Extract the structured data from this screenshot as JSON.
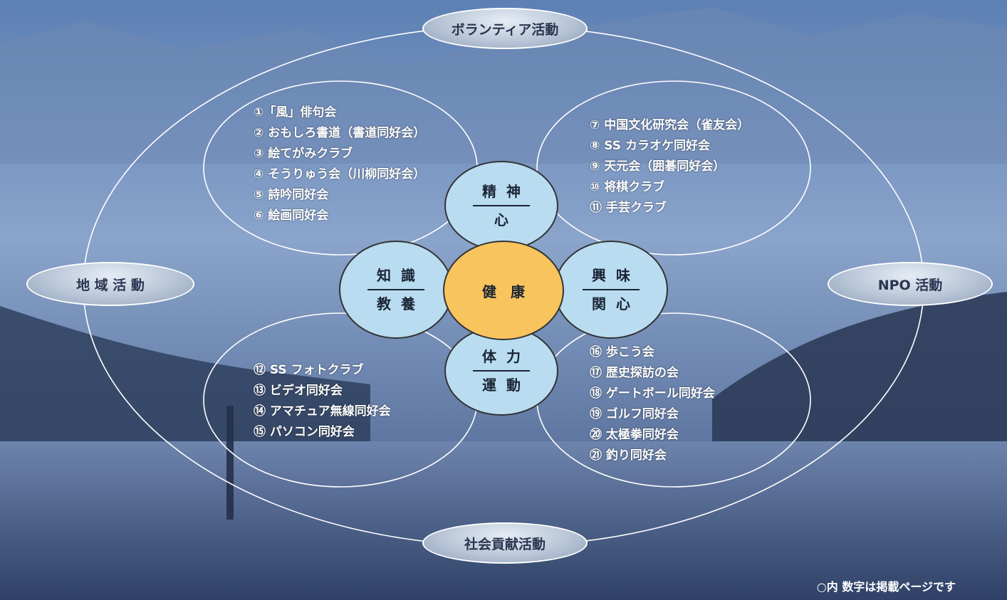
{
  "outer_labels": {
    "top": "ボランティア活動",
    "left": "地 域 活 動",
    "right": "NPO 活動",
    "bottom": "社会貢献活動"
  },
  "center": "健　康",
  "petals": {
    "top": {
      "line1": "精神",
      "line2": "心"
    },
    "left": {
      "line1": "知識",
      "line2": "教養"
    },
    "right": {
      "line1": "興味",
      "line2": "関心"
    },
    "bottom": {
      "line1": "体力",
      "line2": "運動"
    }
  },
  "lists": {
    "top_left": [
      "①「風」俳句会",
      "② おもしろ書道（書道同好会）",
      "③ 絵てがみクラブ",
      "④ そうりゅう会（川柳同好会）",
      "⑤ 詩吟同好会",
      "⑥ 絵画同好会"
    ],
    "top_right": [
      "⑦ 中国文化研究会（雀友会）",
      "⑧ SS カラオケ同好会",
      "⑨ 天元会（囲碁同好会）",
      "⑩ 将棋クラブ",
      "⑪ 手芸クラブ"
    ],
    "bottom_left": [
      "⑫ SS フォトクラブ",
      "⑬ ビデオ同好会",
      "⑭ アマチュア無線同好会",
      "⑮ パソコン同好会"
    ],
    "bottom_right": [
      "⑯ 歩こう会",
      "⑰ 歴史探訪の会",
      "⑱ ゲートボール同好会",
      "⑲ ゴルフ同好会",
      "⑳ 太極拳同好会",
      "㉑ 釣り同好会"
    ]
  },
  "note": "○内 数字は掲載ページです",
  "colors": {
    "center": "#f8c45e",
    "petal": "#b9dcf0",
    "line": "#ffffff"
  }
}
